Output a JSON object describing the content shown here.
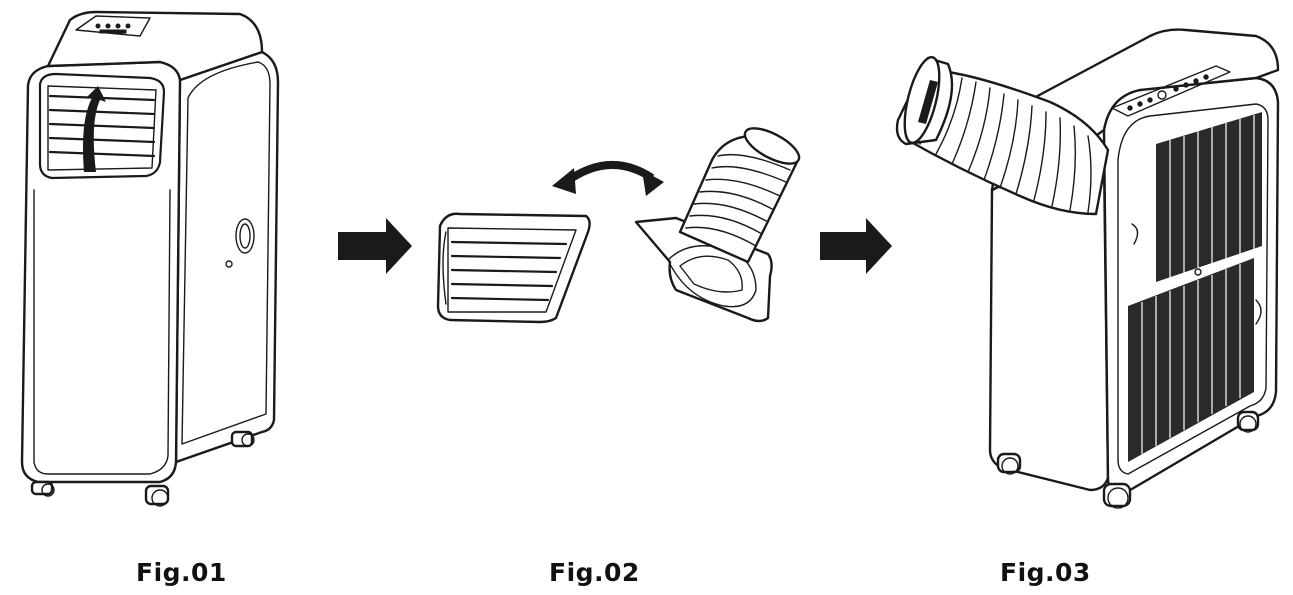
{
  "figures": [
    {
      "id": "fig01",
      "label": "Fig.01",
      "depicts": "portable-air-conditioner-front-with-louver-grille"
    },
    {
      "id": "fig02",
      "label": "Fig.02",
      "depicts": "grille-swapped-with-exhaust-hose-adapter"
    },
    {
      "id": "fig03",
      "label": "Fig.03",
      "depicts": "portable-air-conditioner-with-exhaust-hose-attached"
    }
  ],
  "arrows": [
    "arrow-right-icon",
    "arrow-right-icon"
  ],
  "swap_indicator": "double-headed-curved-arrow-icon",
  "colors": {
    "ink": "#1a1a1a",
    "background": "#ffffff"
  }
}
